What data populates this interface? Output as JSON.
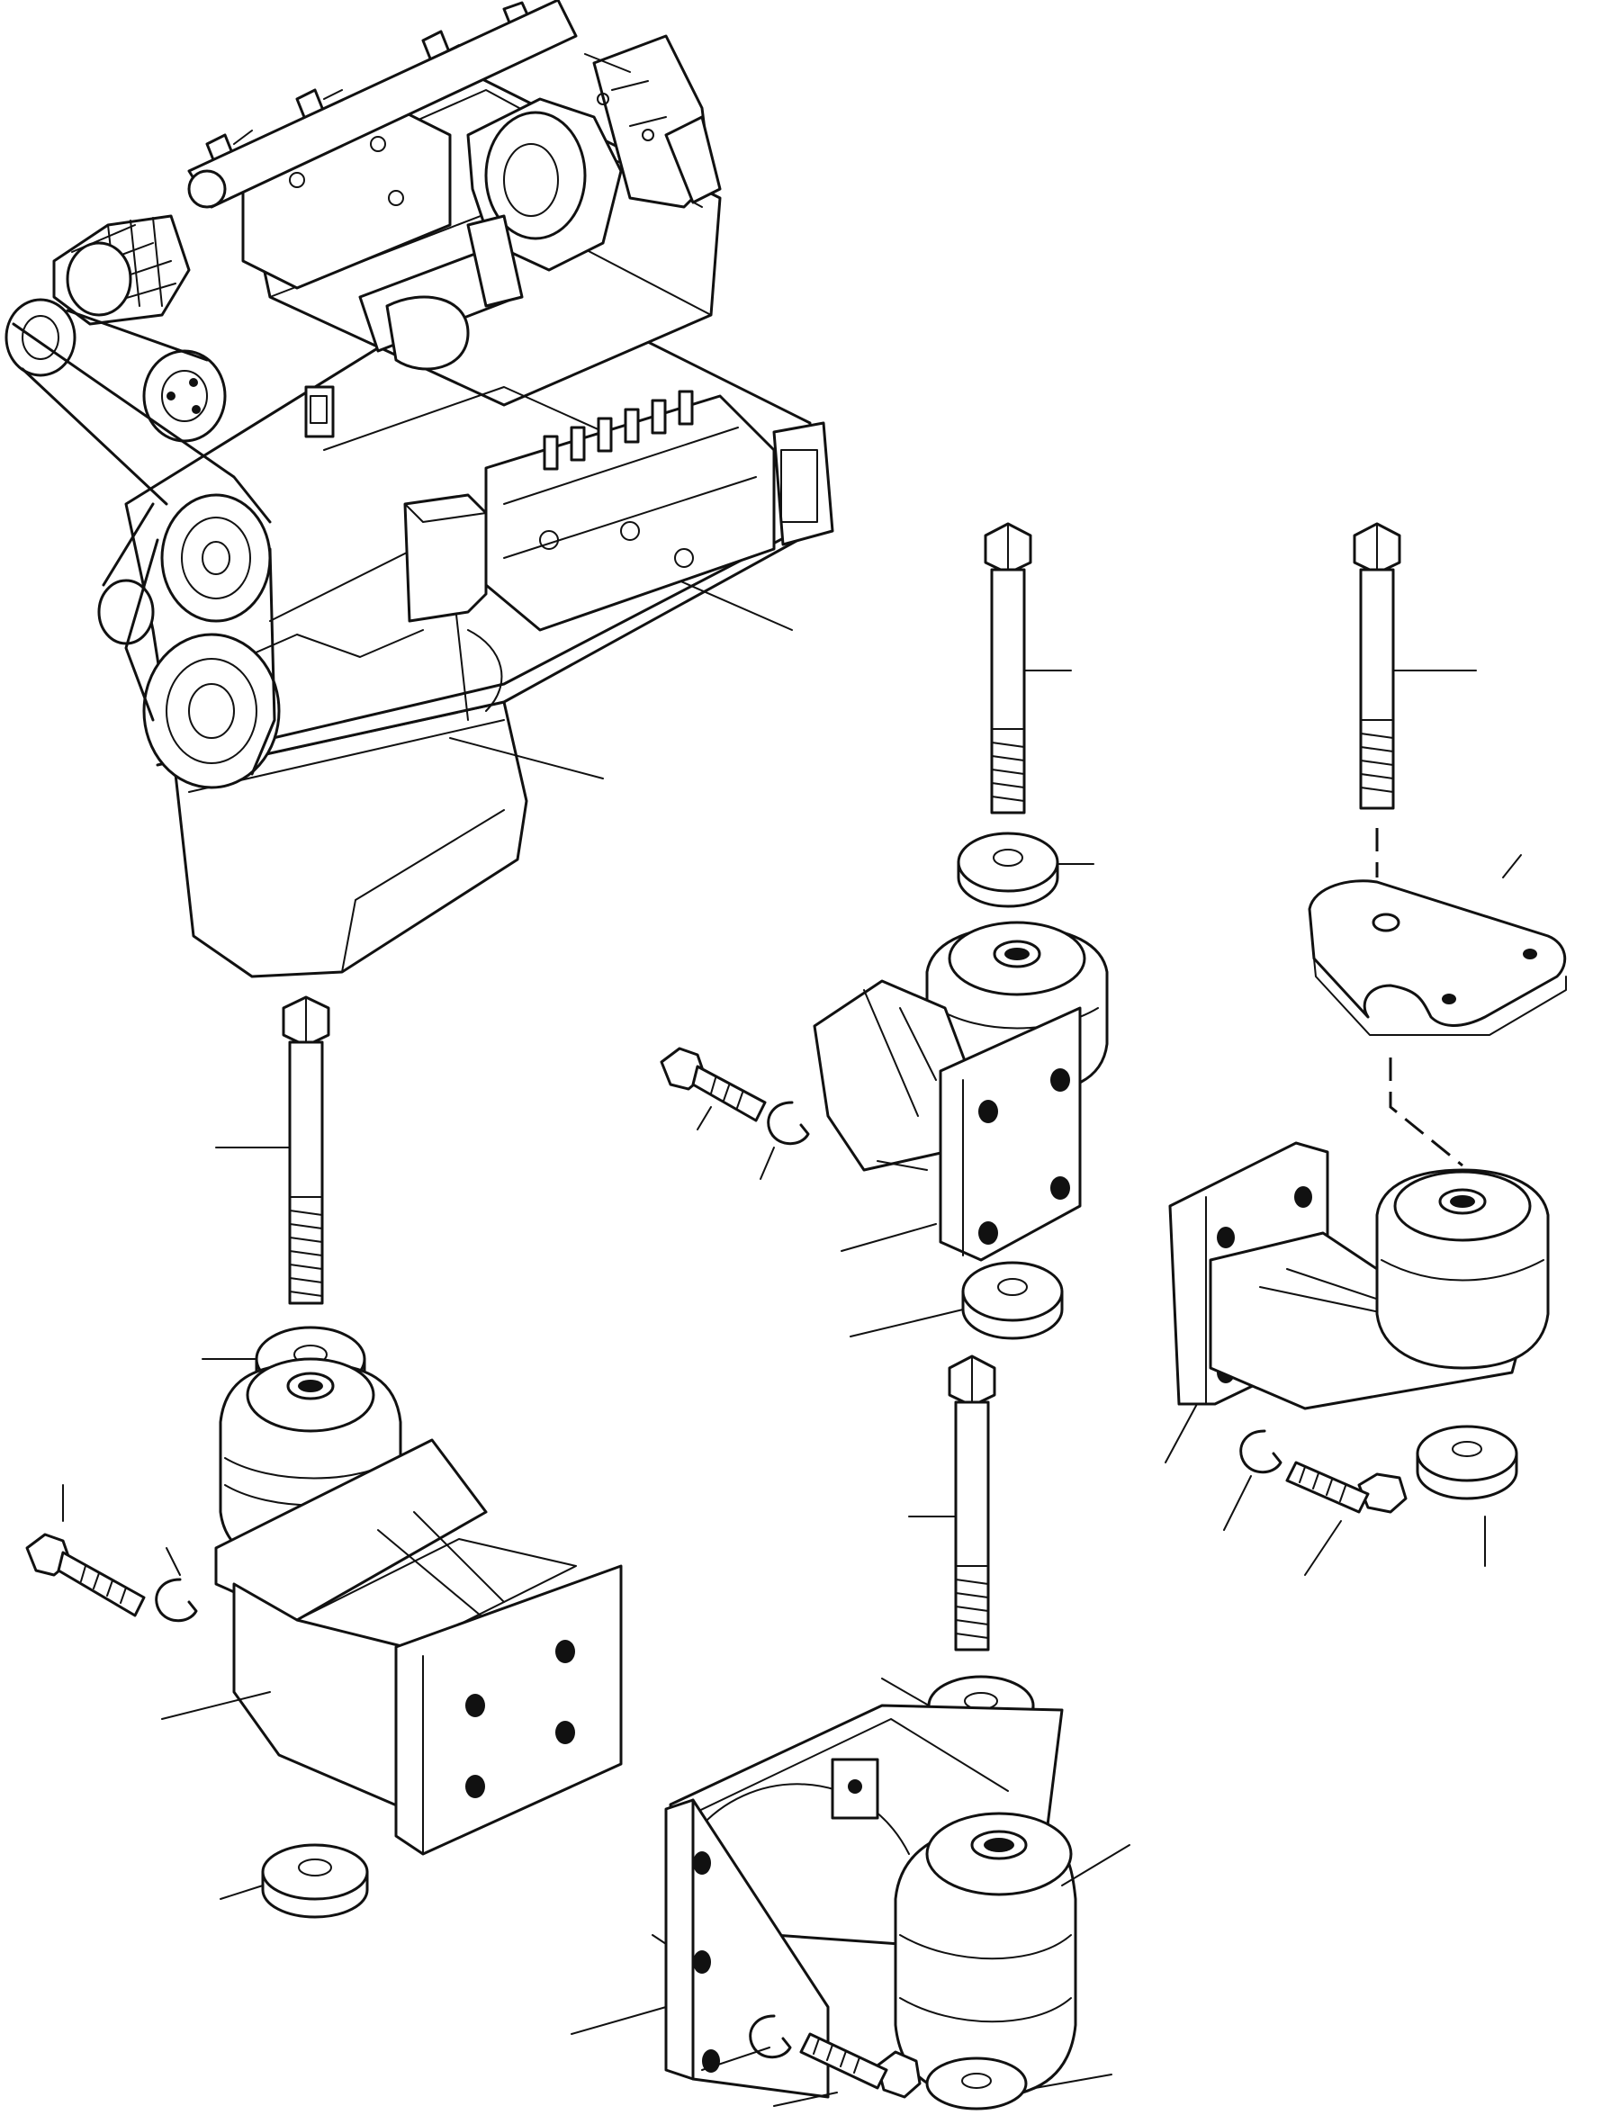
{
  "diagram": {
    "style": "black line-art exploded parts illustration",
    "background": "#ffffff",
    "ink": "#111111",
    "parts": [
      {
        "name": "engine-assembly",
        "label": ""
      },
      {
        "name": "front-left-mount-group",
        "label": ""
      },
      {
        "name": "front-right-mount-group",
        "label": ""
      },
      {
        "name": "rear-mount-group",
        "label": ""
      },
      {
        "name": "right-side-mount-group",
        "label": ""
      }
    ],
    "callout_count": 24,
    "callout_labels": []
  }
}
